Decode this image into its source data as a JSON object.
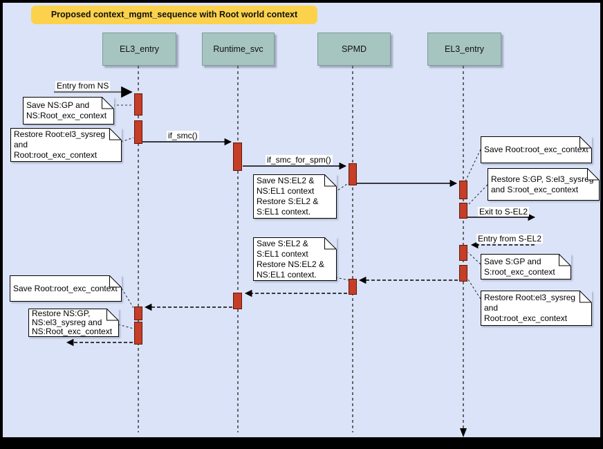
{
  "title": "Proposed context_mgmt_sequence with Root world context",
  "colors": {
    "background": "#dbe3f8",
    "frame": "#000000",
    "title_bg": "#fcd24c",
    "lifeline_box": "#a6c4c0",
    "activation_bar": "#c43e28",
    "note_bg": "#ffffff"
  },
  "lifelines": [
    {
      "label": "EL3_entry"
    },
    {
      "label": "Runtime_svc"
    },
    {
      "label": "SPMD"
    },
    {
      "label": "EL3_entry"
    }
  ],
  "messages": {
    "entry_from_ns": "Entry from NS",
    "if_smc": "if_smc()",
    "if_smc_for_spm": "if_smc_for_spm()",
    "exit_to_sel2": "Exit to S-EL2",
    "entry_from_sel2": "Entry from S-EL2"
  },
  "notes": {
    "save_ns_gp": "Save NS:GP and\nNS:Root_exc_context",
    "restore_root_el3_left": "Restore Root:el3_sysreg\nand\nRoot:root_exc_context",
    "save_ns_el2": "Save NS:EL2 &\nNS:EL1 context\nRestore S:EL2 &\nS:EL1 context.",
    "save_root_exc_right": "Save Root:root_exc_context",
    "restore_s_gp": "Restore S:GP, S:el3_sysreg\nand S:root_exc_context",
    "save_s_gp": "Save S:GP and\nS:root_exc_context",
    "restore_root_el3_right": "Restore Root:el3_sysreg\nand\nRoot:root_exc_context",
    "save_s_el2": "Save S:EL2 &\nS:EL1 context\nRestore NS:EL2 &\nNS:EL1 context.",
    "save_root_exc_left": "Save Root:root_exc_context",
    "restore_ns_gp": "Restore NS:GP,\nNS:el3_sysreg and\nNS:Root_exc_context"
  }
}
